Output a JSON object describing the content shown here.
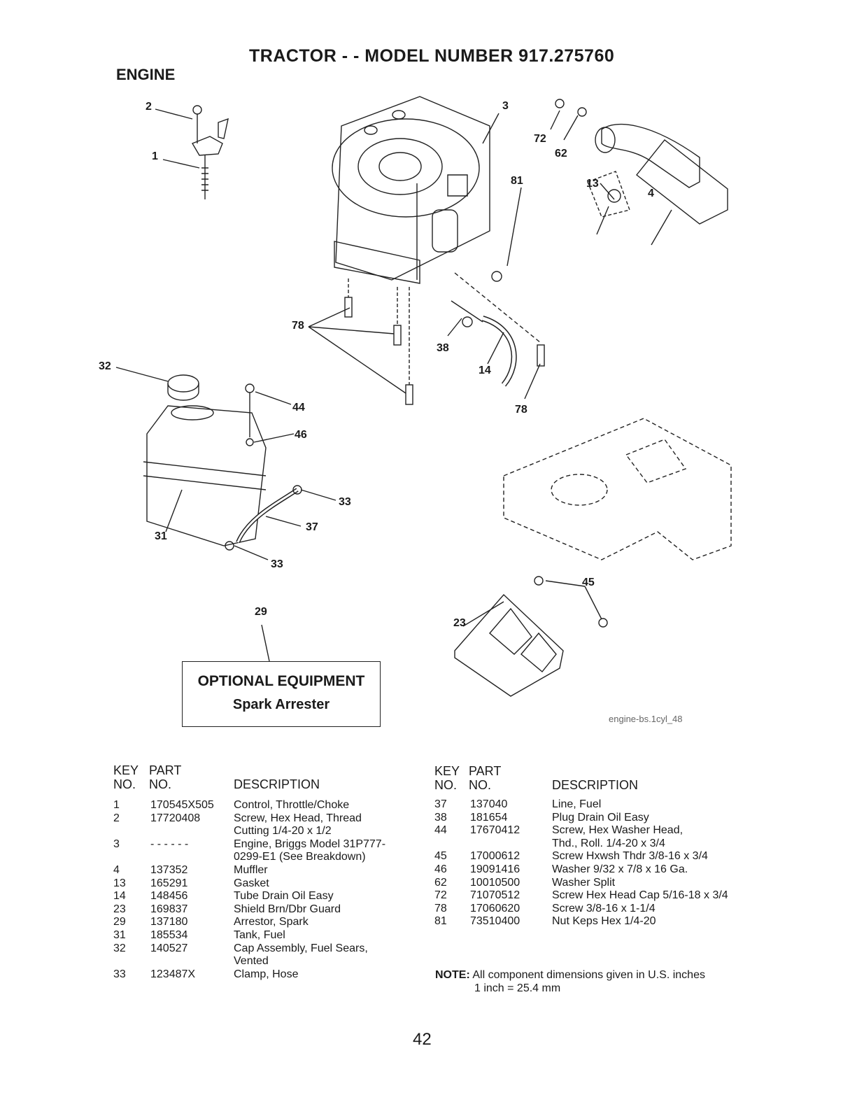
{
  "page_title": "TRACTOR - - MODEL NUMBER 917.275760",
  "section_title": "ENGINE",
  "callouts": [
    {
      "label": "2"
    },
    {
      "label": "1"
    },
    {
      "label": "3"
    },
    {
      "label": "72"
    },
    {
      "label": "62"
    },
    {
      "label": "81"
    },
    {
      "label": "13"
    },
    {
      "label": "4"
    },
    {
      "label": "78"
    },
    {
      "label": "38"
    },
    {
      "label": "14"
    },
    {
      "label": "78"
    },
    {
      "label": "32"
    },
    {
      "label": "44"
    },
    {
      "label": "46"
    },
    {
      "label": "33"
    },
    {
      "label": "37"
    },
    {
      "label": "31"
    },
    {
      "label": "33"
    },
    {
      "label": "29"
    },
    {
      "label": "45"
    },
    {
      "label": "23"
    }
  ],
  "optional_box": {
    "line1": "OPTIONAL EQUIPMENT",
    "line2": "Spark Arrester"
  },
  "figure_id": "engine-bs.1cyl_48",
  "table_headers": {
    "key": "KEY",
    "no": "NO.",
    "part": "PART",
    "part_no": "NO.",
    "description": "DESCRIPTION"
  },
  "left_parts": [
    {
      "key": "1",
      "part": "170545X505",
      "desc": "Control, Throttle/Choke"
    },
    {
      "key": "2",
      "part": "17720408",
      "desc": "Screw, Hex Head, Thread"
    },
    {
      "key": "",
      "part": "",
      "desc": "Cutting 1/4-20 x 1/2"
    },
    {
      "key": "3",
      "part": "- - - - - -",
      "desc": "Engine, Briggs Model 31P777-"
    },
    {
      "key": "",
      "part": "",
      "desc": "0299-E1 (See Breakdown)"
    },
    {
      "key": "4",
      "part": "137352",
      "desc": "Muffler"
    },
    {
      "key": "13",
      "part": "165291",
      "desc": "Gasket"
    },
    {
      "key": "14",
      "part": "148456",
      "desc": "Tube Drain Oil Easy"
    },
    {
      "key": "23",
      "part": "169837",
      "desc": "Shield Brn/Dbr Guard"
    },
    {
      "key": "29",
      "part": "137180",
      "desc": "Arrestor, Spark"
    },
    {
      "key": "31",
      "part": "185534",
      "desc": "Tank, Fuel"
    },
    {
      "key": "32",
      "part": "140527",
      "desc": "Cap Assembly, Fuel Sears,"
    },
    {
      "key": "",
      "part": "",
      "desc": "Vented"
    },
    {
      "key": "33",
      "part": "123487X",
      "desc": "Clamp, Hose"
    }
  ],
  "right_parts": [
    {
      "key": "37",
      "part": "137040",
      "desc": "Line, Fuel"
    },
    {
      "key": "38",
      "part": "181654",
      "desc": "Plug Drain Oil Easy"
    },
    {
      "key": "44",
      "part": "17670412",
      "desc": "Screw, Hex Washer Head,"
    },
    {
      "key": "",
      "part": "",
      "desc": "Thd., Roll. 1/4-20 x 3/4"
    },
    {
      "key": "45",
      "part": "17000612",
      "desc": "Screw Hxwsh Thdr 3/8-16 x 3/4"
    },
    {
      "key": "46",
      "part": "19091416",
      "desc": "Washer  9/32 x 7/8 x 16 Ga."
    },
    {
      "key": "62",
      "part": "10010500",
      "desc": "Washer Split"
    },
    {
      "key": "72",
      "part": "71070512",
      "desc": "Screw Hex Head Cap 5/16-18 x 3/4"
    },
    {
      "key": "78",
      "part": "17060620",
      "desc": "Screw 3/8-16 x 1-1/4"
    },
    {
      "key": "81",
      "part": "73510400",
      "desc": "Nut Keps Hex 1/4-20"
    }
  ],
  "note": {
    "label": "NOTE:",
    "line1": "All component dimensions given in U.S. inches",
    "line2": "1 inch = 25.4 mm"
  },
  "page_number": "42"
}
